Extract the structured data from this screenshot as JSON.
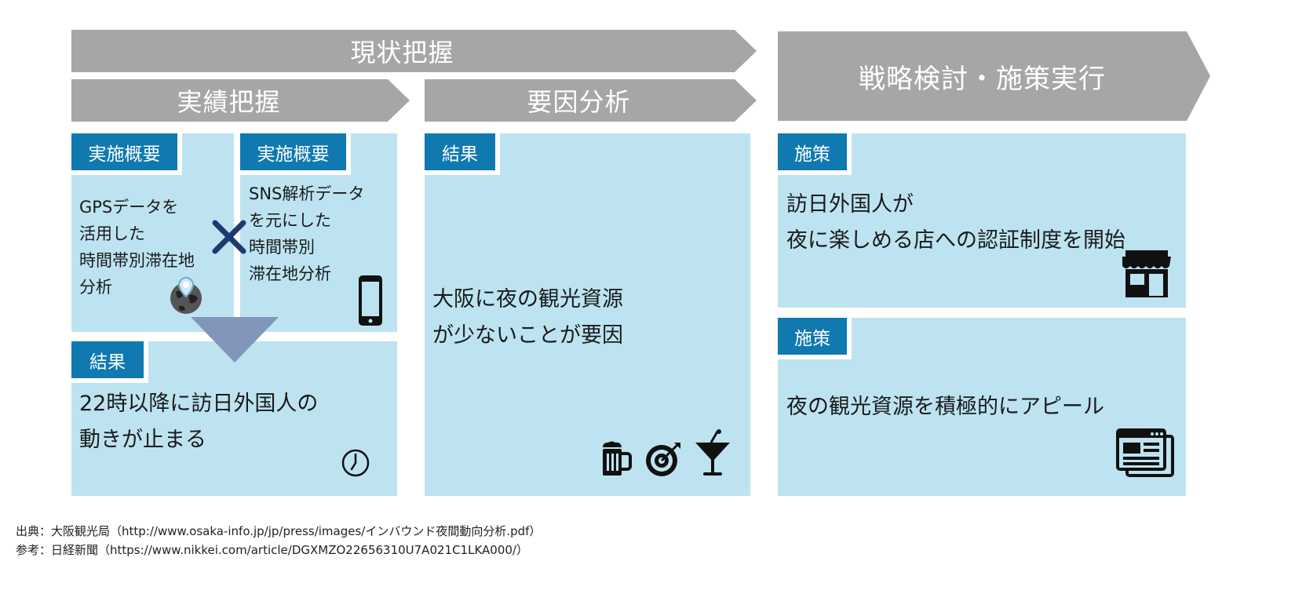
{
  "phases": {
    "situation": "現状把握",
    "results_grasp": "実績把握",
    "factor_analysis": "要因分析",
    "strategy": "戦略検討・施策実行"
  },
  "gps_card": {
    "tag": "実施概要",
    "text": "GPSデータを\n活用した\n時間帯別滞在地\n分析",
    "icon": "globe-pin-icon"
  },
  "sns_card": {
    "tag": "実施概要",
    "text": "SNS解析データ\nを元にした\n時間帯別\n滞在地分析",
    "icon": "smartphone-icon"
  },
  "cross_symbol": "×",
  "result_card": {
    "tag": "結果",
    "text": "22時以降に訪日外国人の\n動きが止まる",
    "icon": "clock-icon"
  },
  "factor_card": {
    "tag": "結果",
    "text": "大阪に夜の観光資源\nが少ないことが要因",
    "icons": [
      "beer-mug-icon",
      "target-icon",
      "cocktail-icon"
    ]
  },
  "measure_1": {
    "tag": "施策",
    "text": "訪日外国人が\n夜に楽しめる店への認証制度を開始",
    "icon": "storefront-icon"
  },
  "measure_2": {
    "tag": "施策",
    "text": "夜の観光資源を積極的にアピール",
    "icon": "web-pages-icon"
  },
  "sources": {
    "line1": "出典：大阪観光局（http://www.osaka-info.jp/jp/press/images/インバウンド夜間動向分析.pdf）",
    "line2": "参考：日経新聞（https://www.nikkei.com/article/DGXMZO22656310U7A021C1LKA000/）"
  },
  "colors": {
    "arrow_gray": "#a6a6a6",
    "panel_blue": "#bde3f1",
    "tag_blue": "#0f79b0",
    "down_triangle": "#8196b8",
    "cross_navy": "#1f3a6e"
  }
}
